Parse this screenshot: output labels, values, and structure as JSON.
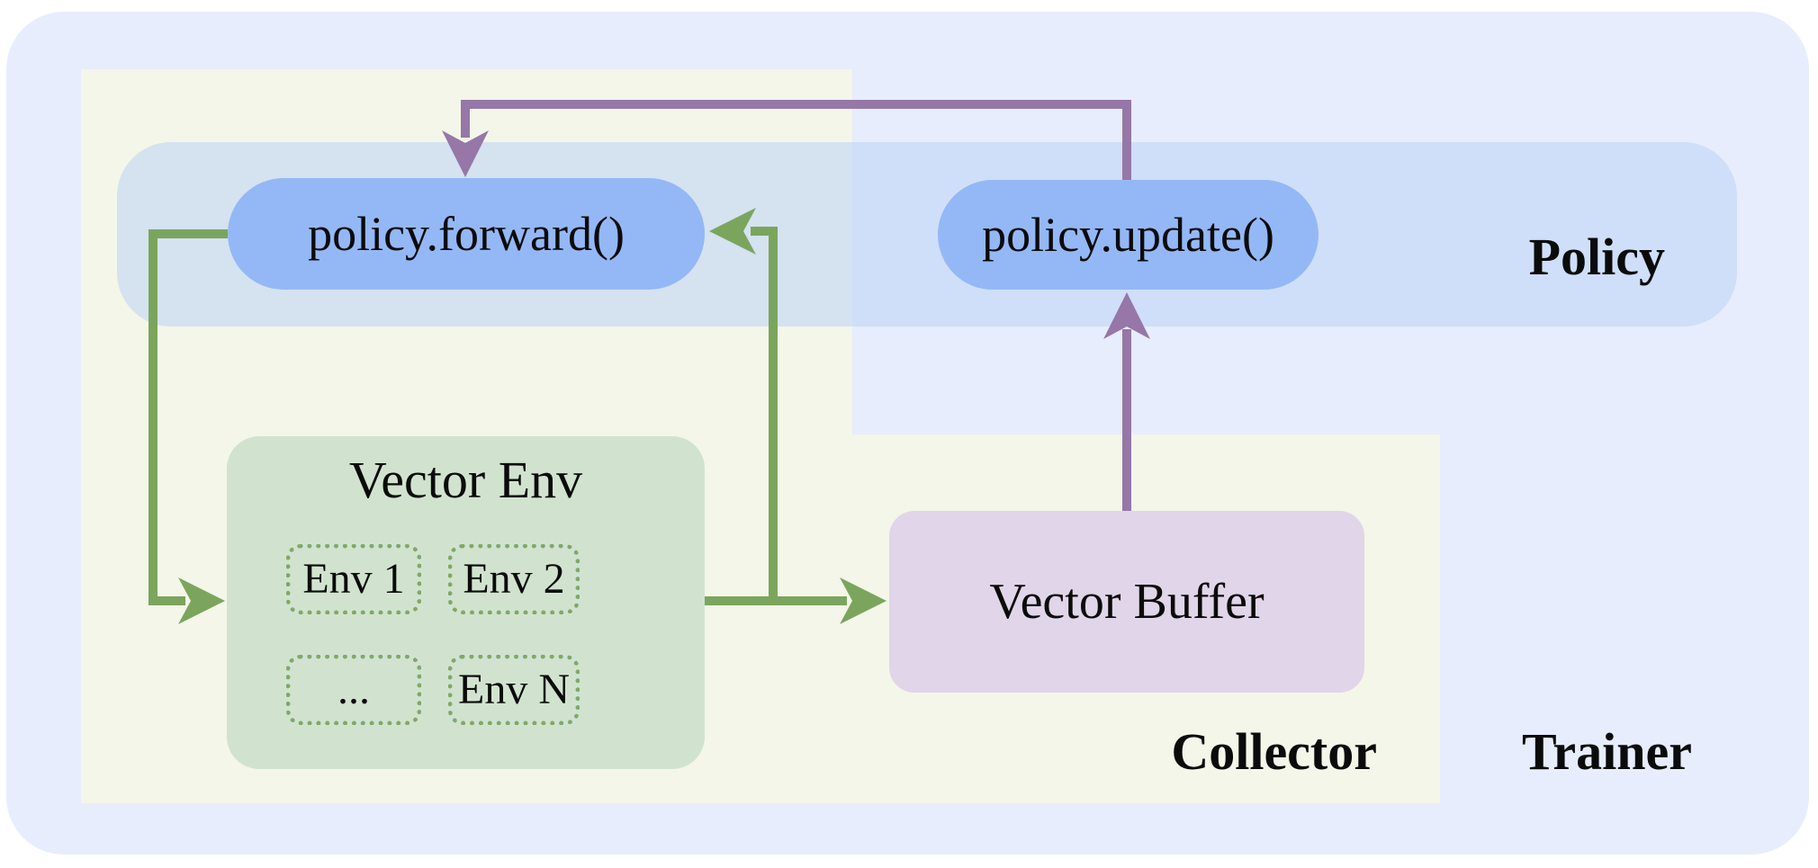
{
  "diagram": {
    "regions": {
      "policy_label": "Policy",
      "collector_label": "Collector",
      "trainer_label": "Trainer"
    },
    "nodes": {
      "policy_forward": {
        "label": "policy.forward()"
      },
      "policy_update": {
        "label": "policy.update()"
      },
      "vector_env": {
        "title": "Vector Env",
        "envs": [
          "Env 1",
          "Env 2",
          "...",
          "Env N"
        ]
      },
      "vector_buffer": {
        "label": "Vector Buffer"
      }
    },
    "arrows": [
      {
        "name": "policy-forward-to-vector-env",
        "color": "green"
      },
      {
        "name": "vector-env-to-vector-buffer",
        "color": "green"
      },
      {
        "name": "vector-env-branch-to-policy-forward",
        "color": "green"
      },
      {
        "name": "vector-buffer-to-policy-update",
        "color": "purple"
      },
      {
        "name": "policy-update-to-policy-forward",
        "color": "purple"
      }
    ],
    "colors": {
      "trainer_bg": "#e7edfc",
      "collector_bg": "#f3f6e8",
      "policy_band": "#cfdef8",
      "pill_bg": "#94b8f6",
      "vector_env_bg": "#d1e3cf",
      "env_border": "#7fa968",
      "vector_buffer_bg": "#e1d5e9",
      "arrow_green": "#7ba55d",
      "arrow_purple": "#9677a7",
      "text": "#0b0b0b"
    }
  }
}
